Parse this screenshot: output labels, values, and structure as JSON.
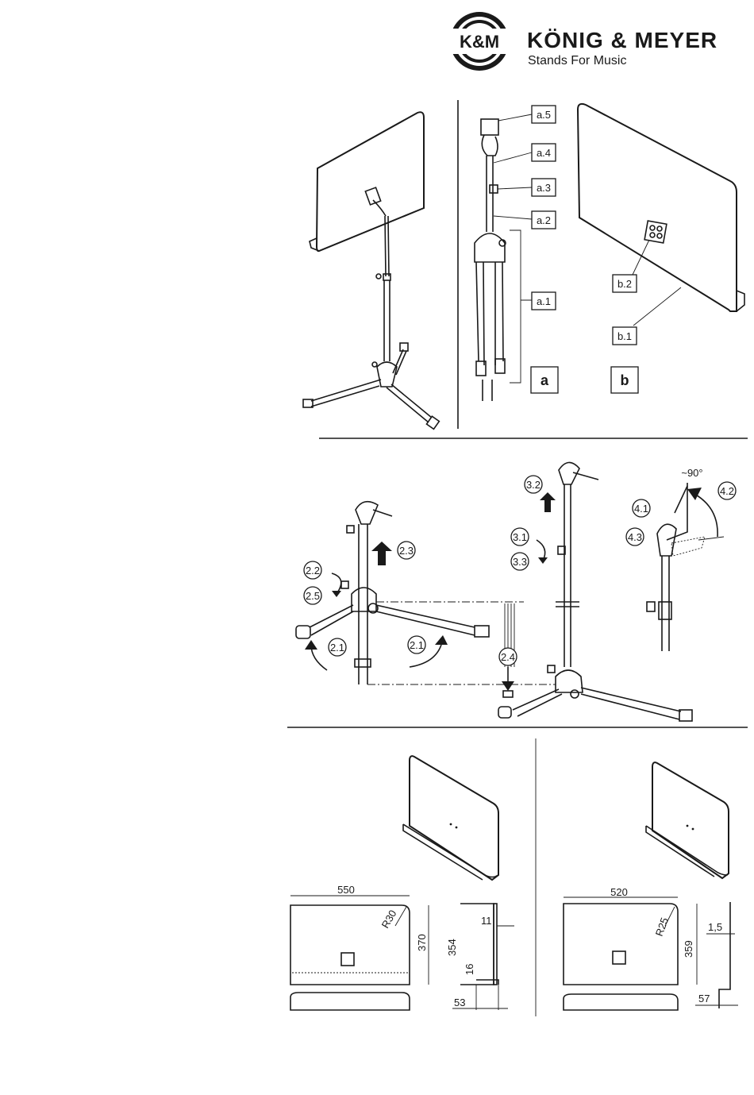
{
  "header": {
    "logo_text": "K&M",
    "brand_name": "KÖNIG & MEYER",
    "tagline": "Stands For Music"
  },
  "callouts": {
    "a5": "a.5",
    "a4": "a.4",
    "a3": "a.3",
    "a2": "a.2",
    "a1": "a.1",
    "b2": "b.2",
    "b1": "b.1",
    "a": "a",
    "b": "b"
  },
  "steps": {
    "s22": "2.2",
    "s25": "2.5",
    "s23": "2.3",
    "s21a": "2.1",
    "s21b": "2.1",
    "s24": "2.4",
    "s32": "3.2",
    "s31": "3.1",
    "s33": "3.3",
    "s41": "4.1",
    "s43": "4.3",
    "s42": "4.2",
    "angle": "~90°"
  },
  "dimensions_left": {
    "width": "550",
    "radius": "R30",
    "height": "370",
    "side_height": "354",
    "top_offset": "11",
    "bottom_offset": "16",
    "depth": "53"
  },
  "dimensions_right": {
    "width": "520",
    "radius": "R25",
    "height": "359",
    "thickness": "1,5",
    "depth": "57"
  }
}
